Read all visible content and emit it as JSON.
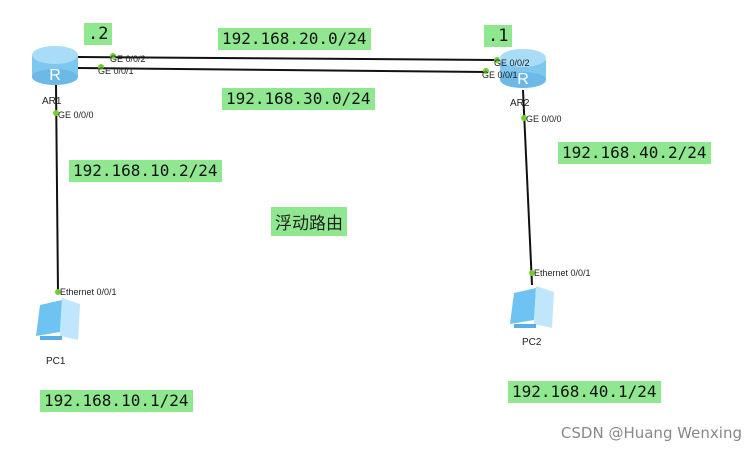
{
  "devices": {
    "ar1": {
      "name": "AR1",
      "tag": ".2"
    },
    "ar2": {
      "name": "AR2",
      "tag": ".1"
    },
    "pc1": {
      "name": "PC1"
    },
    "pc2": {
      "name": "PC2"
    }
  },
  "ports": {
    "ar1_g002": "GE 0/0/2",
    "ar1_g001": "GE 0/0/1",
    "ar1_g000": "GE 0/0/0",
    "ar2_g002": "GE 0/0/2",
    "ar2_g001": "GE 0/0/1",
    "ar2_g000": "GE 0/0/0",
    "pc1_eth": "Ethernet 0/0/1",
    "pc2_eth": "Ethernet 0/0/1"
  },
  "networks": {
    "n20": "192.168.20.0/24",
    "n30": "192.168.30.0/24",
    "ar1_lan": "192.168.10.2/24",
    "ar2_lan": "192.168.40.2/24",
    "pc1_ip": "192.168.10.1/24",
    "pc2_ip": "192.168.40.1/24"
  },
  "title": "浮动路由",
  "watermark": "CSDN @Huang Wenxing",
  "colors": {
    "label_bg": "#8fe88f",
    "router": "#7ec8f0",
    "port_dot": "#6fcf30"
  }
}
